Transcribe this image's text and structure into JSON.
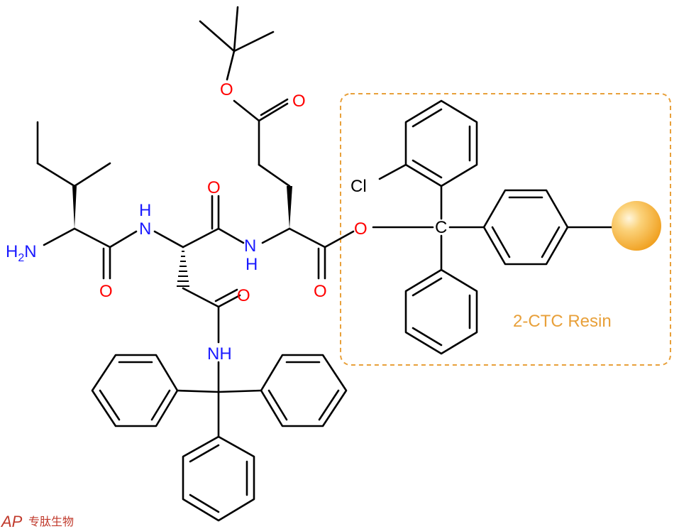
{
  "labels": {
    "h2n": "H2N",
    "amide_nh_1": "N",
    "amide_nh_1_h": "H",
    "amide_nh_2": "N",
    "amide_nh_2_h": "H",
    "side_nh": "NH",
    "o_ile_carbonyl": "O",
    "o_asn_carbonyl": "O",
    "o_asn_side": "O",
    "o_glu_carbonyl": "O",
    "o_ester_link": "O",
    "o_tbu_ester": "O",
    "o_tbu_carbonyl": "O",
    "cl": "Cl",
    "c_trityl": "C"
  },
  "resin": {
    "label": "2-CTC Resin",
    "bead_color": "#f5a623",
    "box_color": "#e8a03a"
  },
  "watermark": {
    "logo": "AP",
    "text": "专肽生物"
  },
  "colors": {
    "oxygen": "#ff0000",
    "nitrogen": "#1a1aff",
    "carbon": "#000000"
  }
}
